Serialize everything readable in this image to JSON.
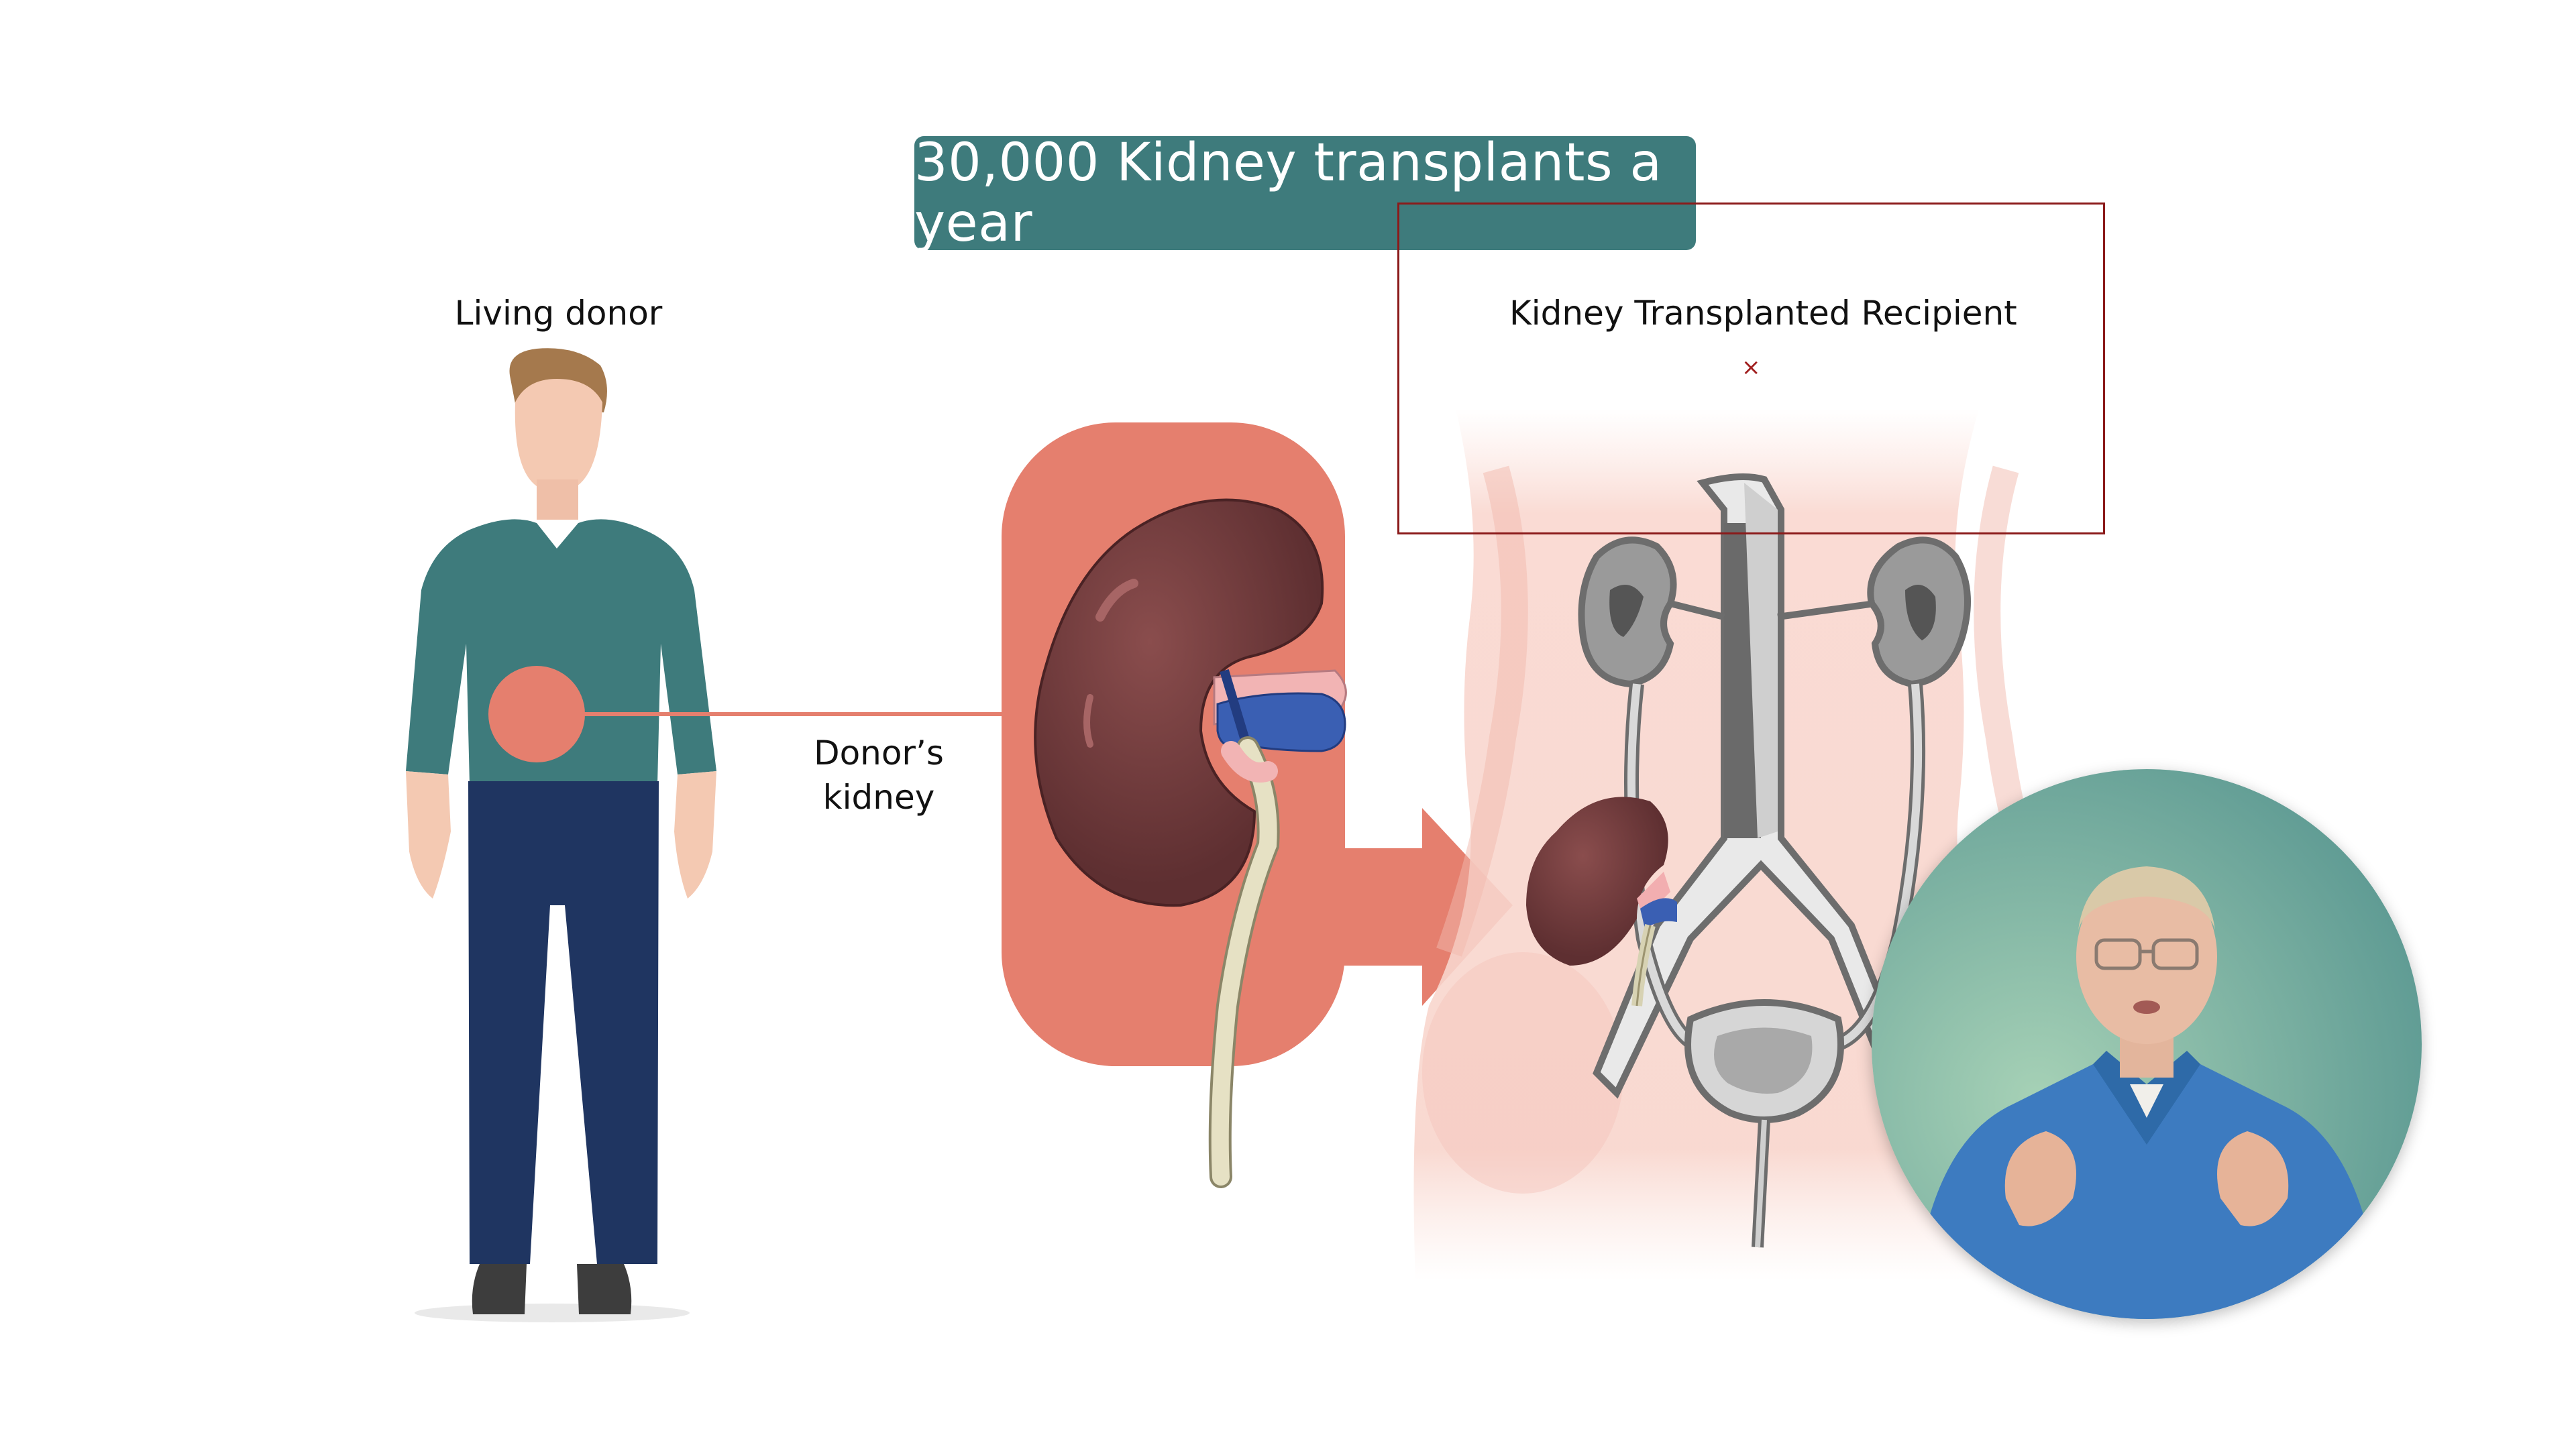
{
  "title": "30,000 Kidney transplants a year",
  "labels": {
    "donor": "Living donor",
    "recipient": "Kidney Transplanted Recipient",
    "donor_kidney_line1": "Donor’s",
    "donor_kidney_line2": "kidney"
  },
  "selection_marker": "×",
  "colors": {
    "banner": "#3e7b7c",
    "coral": "#e57f6e",
    "kidney": "#6e3a3a",
    "sweater": "#3e7b7c",
    "pants": "#1f3561",
    "vein": "#3a5fb3",
    "selection": "#8b1a1a"
  }
}
